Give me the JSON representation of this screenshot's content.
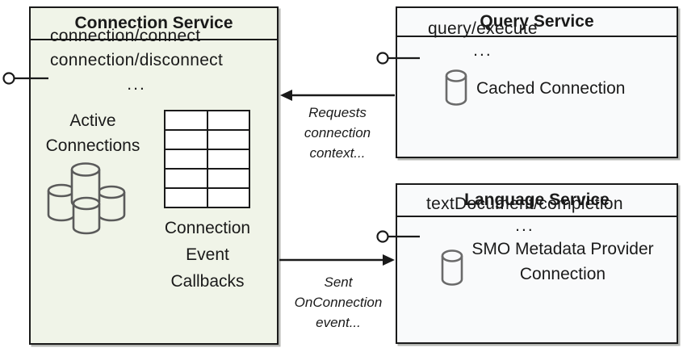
{
  "colors": {
    "connection_box_fill": "#f0f4e8",
    "service_box_fill": "#f9fafb",
    "border": "#1a1a1a",
    "cylinder_stroke": "#5a5a5a",
    "shadow": "#b4b6b2"
  },
  "connection_service": {
    "title": "Connection Service",
    "methods": [
      "connection/connect",
      "connection/disconnect"
    ],
    "ellipsis": "...",
    "active_connections_label": "Active Connections",
    "callbacks_label": "Connection Event Callbacks",
    "table": {
      "rows": 5,
      "cols": 2
    }
  },
  "query_service": {
    "title": "Query Service",
    "methods": [
      "query/execute"
    ],
    "ellipsis": "...",
    "store_label": "Cached Connection"
  },
  "language_service": {
    "title": "Language Service",
    "methods": [
      "textDocument/completion"
    ],
    "ellipsis": "...",
    "store_label": "SMO Metadata Provider Connection"
  },
  "connectors": {
    "query_to_connection_label": "Requests connection context...",
    "connection_to_language_label": "Sent OnConnection event..."
  },
  "icons": {
    "database_cluster": "database-cluster-icon",
    "database": "database-icon",
    "interface_lollipop": "interface-lollipop-icon",
    "arrow": "arrow-connector"
  }
}
